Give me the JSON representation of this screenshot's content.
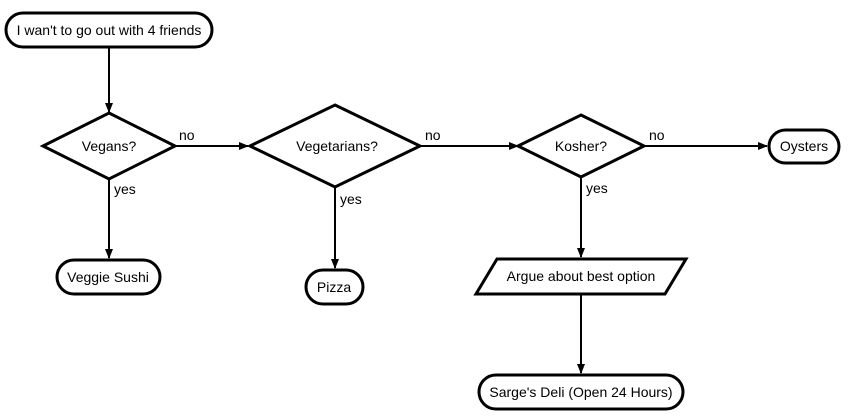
{
  "nodes": {
    "start": "I wan't to go out with 4 friends",
    "vegans": "Vegans?",
    "vegetarians": "Vegetarians?",
    "kosher": "Kosher?",
    "oysters": "Oysters",
    "veggie_sushi": "Veggie Sushi",
    "pizza": "Pizza",
    "argue": "Argue about best option",
    "sarges_deli": "Sarge's Deli (Open 24 Hours)"
  },
  "edge_labels": {
    "vegans_no": "no",
    "vegans_yes": "yes",
    "vegetarians_no": "no",
    "vegetarians_yes": "yes",
    "kosher_no": "no",
    "kosher_yes": "yes"
  },
  "colors": {
    "stroke": "#000000",
    "fill": "#ffffff"
  }
}
